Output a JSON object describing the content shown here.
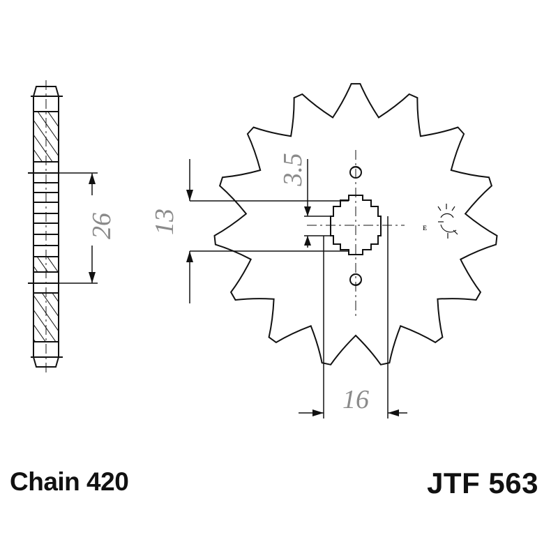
{
  "captions": {
    "chain": "Chain 420",
    "part_number": "JTF 563"
  },
  "dimensions": {
    "spline_width": "13",
    "spline_depth": "3.5",
    "hub_diameter": "26",
    "bore": "16"
  },
  "sprocket": {
    "teeth": 15
  },
  "colors": {
    "line": "#111111",
    "dimension_text": "#8a8a8a",
    "background": "#ffffff"
  }
}
